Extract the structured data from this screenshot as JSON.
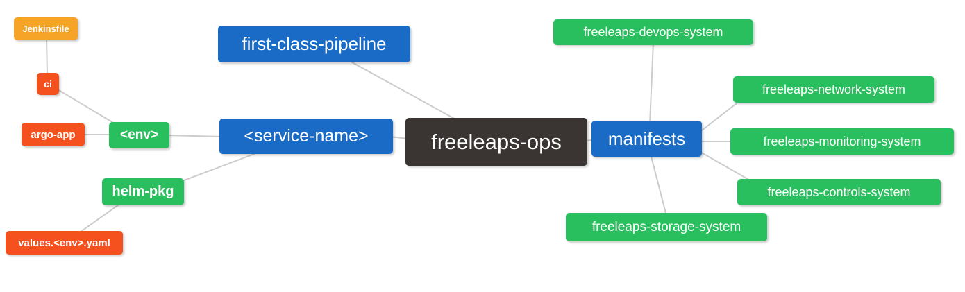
{
  "diagram": {
    "type": "mindmap",
    "background": "#FFFFFF",
    "edge_color": "#CCCCCC",
    "colors": {
      "orange": "#F5A428",
      "red_orange": "#F4511E",
      "green": "#2ABF5E",
      "blue": "#1A6BC5",
      "dark": "#3A3532"
    },
    "root_label": "freeleaps-ops",
    "nodes": {
      "jenkinsfile": {
        "label": "Jenkinsfile",
        "color": "#F5A428"
      },
      "ci": {
        "label": "ci",
        "color": "#F4511E"
      },
      "argo_app": {
        "label": "argo-app",
        "color": "#F4511E"
      },
      "env": {
        "label": "<env>",
        "color": "#2ABF5E"
      },
      "helm_pkg": {
        "label": "helm-pkg",
        "color": "#2ABF5E"
      },
      "values_env_yaml": {
        "label": "values.<env>.yaml",
        "color": "#F4511E"
      },
      "first_class_pipeline": {
        "label": "first-class-pipeline",
        "color": "#1A6BC5"
      },
      "service_name": {
        "label": "<service-name>",
        "color": "#1A6BC5"
      },
      "freeleaps_ops": {
        "label": "freeleaps-ops",
        "color": "#3A3532"
      },
      "manifests": {
        "label": "manifests",
        "color": "#1A6BC5"
      },
      "devops_system": {
        "label": "freeleaps-devops-system",
        "color": "#2ABF5E"
      },
      "network_system": {
        "label": "freeleaps-network-system",
        "color": "#2ABF5E"
      },
      "monitoring_system": {
        "label": "freeleaps-monitoring-system",
        "color": "#2ABF5E"
      },
      "controls_system": {
        "label": "freeleaps-controls-system",
        "color": "#2ABF5E"
      },
      "storage_system": {
        "label": "freeleaps-storage-system",
        "color": "#2ABF5E"
      }
    },
    "edges": [
      {
        "from": "Jenkinsfile",
        "to": "ci"
      },
      {
        "from": "ci",
        "to": "<env>"
      },
      {
        "from": "argo-app",
        "to": "<env>"
      },
      {
        "from": "<env>",
        "to": "<service-name>"
      },
      {
        "from": "helm-pkg",
        "to": "<service-name>"
      },
      {
        "from": "values.<env>.yaml",
        "to": "helm-pkg"
      },
      {
        "from": "first-class-pipeline",
        "to": "freeleaps-ops"
      },
      {
        "from": "<service-name>",
        "to": "freeleaps-ops"
      },
      {
        "from": "freeleaps-ops",
        "to": "manifests"
      },
      {
        "from": "manifests",
        "to": "freeleaps-devops-system"
      },
      {
        "from": "manifests",
        "to": "freeleaps-network-system"
      },
      {
        "from": "manifests",
        "to": "freeleaps-monitoring-system"
      },
      {
        "from": "manifests",
        "to": "freeleaps-controls-system"
      },
      {
        "from": "manifests",
        "to": "freeleaps-storage-system"
      }
    ]
  }
}
